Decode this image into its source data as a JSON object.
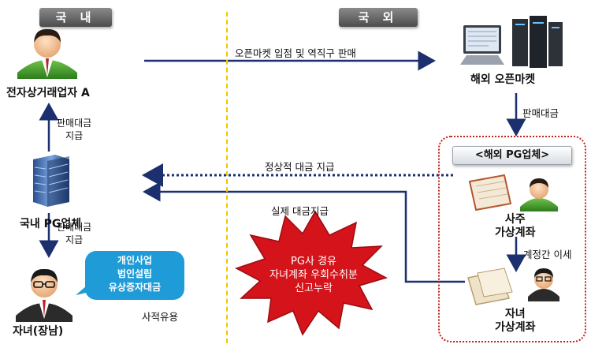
{
  "header": {
    "domestic_tab": "국 내",
    "overseas_tab": "국 외"
  },
  "nodes": {
    "seller_a": "전자상거래업자 A",
    "overseas_market": "해외 오픈마켓",
    "domestic_pg": "국내 PG업체",
    "overseas_pg": "<해외 PG업체>",
    "owner_account": [
      "사주",
      "가상계좌"
    ],
    "child_account": [
      "자녀",
      "가상계좌"
    ],
    "child_eldest": "자녀(장남)"
  },
  "flows": {
    "market_sales": "오픈마켓 입점 및 역직구 판매",
    "sales_payment_right": "판매대금",
    "normal_payment": "정상적 대금 지급",
    "actual_payment": "실제 대금지급",
    "payment_up": [
      "판매대금",
      "지급"
    ],
    "payment_down": [
      "판매대금",
      "지급"
    ],
    "account_transfer": "계정간 이세",
    "personal_use": "사적유용"
  },
  "bubble_lines": [
    "개인사업",
    "법인설립",
    "유상증자대금"
  ],
  "starburst_lines": [
    "PG사 경유",
    "자녀계좌 우회수취분",
    "신고누락"
  ],
  "colors": {
    "arrow_navy": "#1c2f6e",
    "starburst_red": "#d4141a",
    "bubble_blue": "#1f9bd8",
    "divider_yellow": "#f0c800",
    "box_red": "#c0211f"
  }
}
